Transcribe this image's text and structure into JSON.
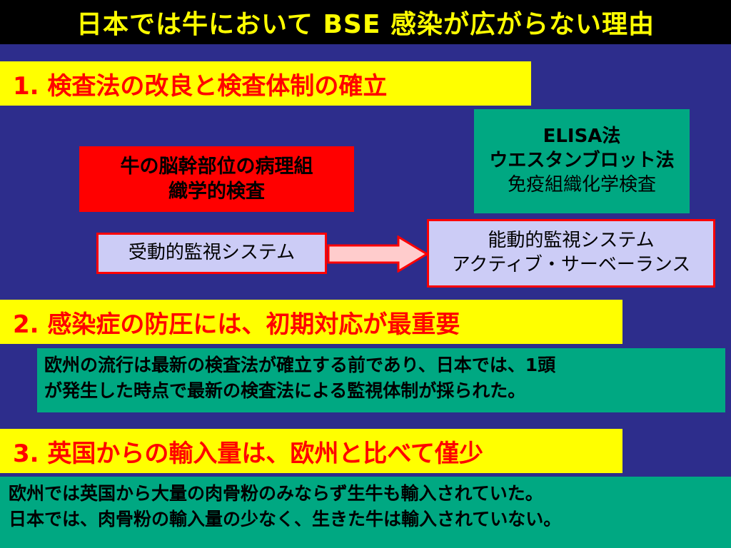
{
  "title": "日本では牛において BSE 感染が広がらない理由",
  "sections": [
    {
      "heading": "1. 検査法の改良と検査体制の確立"
    },
    {
      "heading": "2. 感染症の防圧には、初期対応が最重要"
    },
    {
      "heading": "3. 英国からの輸入量は、欧州と比べて僅少"
    }
  ],
  "pathology_box": {
    "line1": "牛の脳幹部位の病理組",
    "line2": "織学的検査"
  },
  "elisa_box": {
    "line1": "ELISA法",
    "line2": "ウエスタンブロット法",
    "line3": "免疫組織化学検査"
  },
  "passive_box": {
    "label": "受動的監視システム"
  },
  "active_box": {
    "line1": "能動的監視システム",
    "line2": "アクティブ・サーベーランス"
  },
  "europe_box_1": {
    "line1": "欧州の流行は最新の検査法が確立する前であり、日本では、1頭",
    "line2": "が発生した時点で最新の検査法による監視体制が採られた。"
  },
  "europe_box_2": {
    "line1": "欧州では英国から大量の肉骨粉のみならず生牛も輸入されていた。",
    "line2": "日本では、肉骨粉の輸入量の少なく、生きた牛は輸入されていない。"
  },
  "colors": {
    "background": "#2d2d8c",
    "title_bar": "#000000",
    "title_text": "#ffff00",
    "heading_bg": "#ffff00",
    "heading_text": "#ff0000",
    "green_box": "#00a882",
    "red_box": "#ff0000",
    "lavender_box": "#ccccf6",
    "arrow_fill": "#ffcccc"
  },
  "icons": {
    "arrow": "right-arrow-icon"
  }
}
